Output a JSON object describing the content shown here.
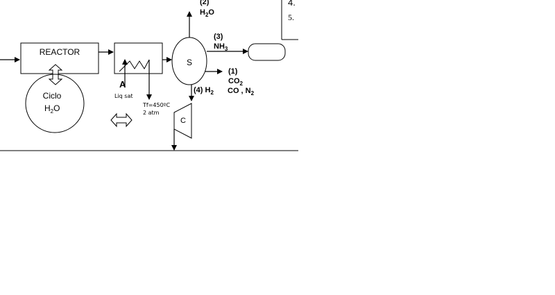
{
  "blocks": {
    "reactor": "REACTOR",
    "cycle_line1": "Ciclo",
    "cycle_line2": "H",
    "cycle_sub": "2",
    "cycle_tail": "O",
    "separator": "S",
    "compressor": "C"
  },
  "exchanger": {
    "point": "A",
    "inlet": "Liq sat",
    "outlet_temp": "Tf=450ºC",
    "outlet_pressure": "2 atm"
  },
  "streams": {
    "s2_id": "(2)",
    "s2_h": "H",
    "s2_sub": "2",
    "s2_o": "O",
    "s3_id": "(3)",
    "s3_main": "NH",
    "s3_sub": "3",
    "s1_id": "(1)",
    "s1_co": "CO",
    "s1_sub": "2",
    "s1_line3": "CO , N",
    "s1_sub3": "2",
    "s4_label": "(4) H",
    "s4_sub": "2"
  },
  "list": {
    "item4": "4.",
    "item5": "5."
  }
}
